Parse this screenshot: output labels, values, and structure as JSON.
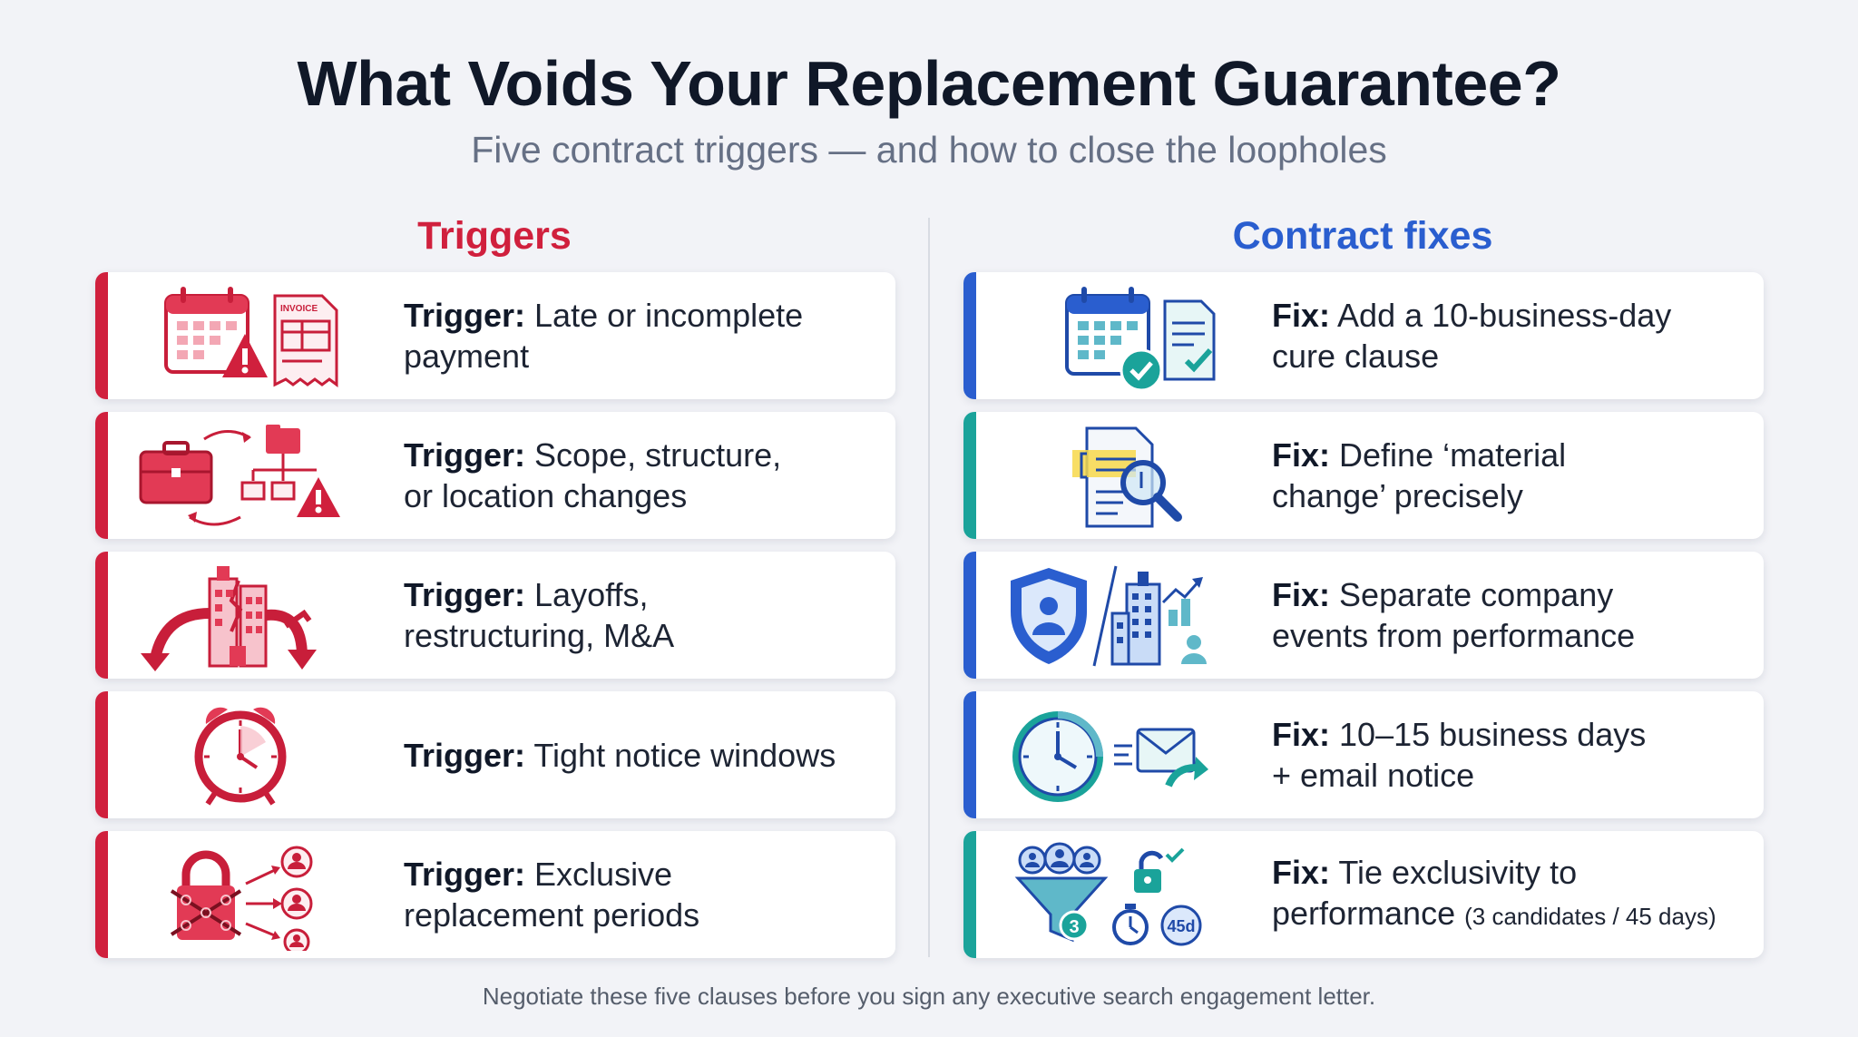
{
  "header": {
    "title": "What Voids Your Replacement Guarantee?",
    "subtitle": "Five contract triggers — and how to close the loopholes"
  },
  "colors": {
    "trigger_accent": "#d0203d",
    "fix_blue": "#2a5ecf",
    "fix_teal": "#1aa39a"
  },
  "triggers": {
    "heading": "Triggers",
    "label": "Trigger:",
    "items": [
      {
        "icon": "calendar-invoice-warning-icon",
        "line1": "Late or incomplete",
        "line2": "payment"
      },
      {
        "icon": "briefcase-org-chart-icon",
        "line1": "Scope, structure,",
        "line2": "or location changes"
      },
      {
        "icon": "broken-building-icon",
        "line1": "Layoffs,",
        "line2": "restructuring, M&A"
      },
      {
        "icon": "alarm-clock-icon",
        "line1": "Tight notice windows",
        "line2": ""
      },
      {
        "icon": "chained-lock-people-icon",
        "line1": "Exclusive",
        "line2": "replacement periods"
      }
    ]
  },
  "fixes": {
    "heading": "Contract fixes",
    "label": "Fix:",
    "items": [
      {
        "icon": "calendar-check-document-icon",
        "line1": "Add a 10-business-day",
        "line2": "cure clause",
        "note": ""
      },
      {
        "icon": "document-magnifier-icon",
        "line1": "Define ‘material",
        "line2": "change’ precisely",
        "note": ""
      },
      {
        "icon": "shield-building-icon",
        "line1": "Separate company",
        "line2": "events from performance",
        "note": ""
      },
      {
        "icon": "clock-email-icon",
        "line1": "10–15 business days",
        "line2": "+ email notice",
        "note": ""
      },
      {
        "icon": "funnel-candidates-icon",
        "line1": "Tie exclusivity to",
        "line2": "performance",
        "note": "(3 candidates / 45 days)"
      }
    ],
    "badges": {
      "count": "3",
      "days": "45d"
    }
  },
  "calendar_invoice_label": "INVOICE",
  "footer": "Negotiate these five clauses before you sign any executive search engagement letter."
}
